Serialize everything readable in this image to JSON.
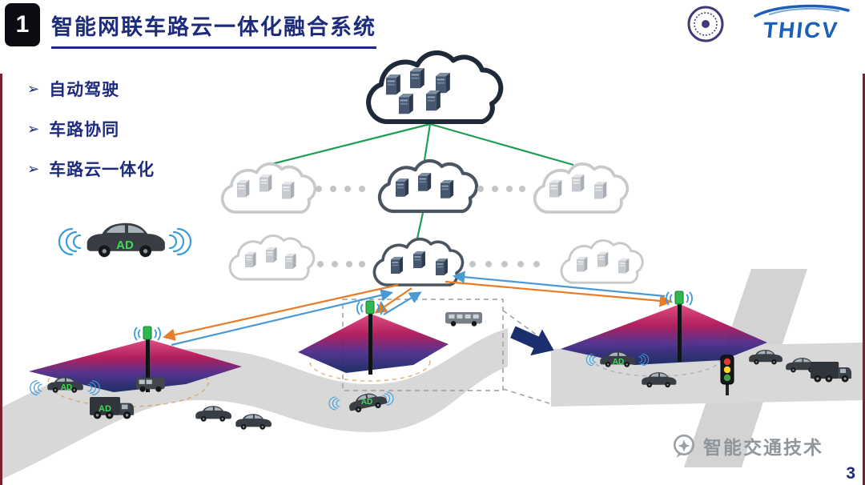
{
  "header": {
    "index": "1",
    "title": "智能网联车路云一体化融合系统",
    "brand": "THICV"
  },
  "bullets": {
    "marker": "➢",
    "items": [
      {
        "label": "自动驾驶"
      },
      {
        "label": "车路协同"
      },
      {
        "label": "车路云一体化"
      }
    ]
  },
  "diagram": {
    "ad_label": "AD"
  },
  "footer": {
    "watermark": "智能交通技术",
    "page_number": "3"
  },
  "colors": {
    "title_navy": "#1d2b7d",
    "cloud_link_green": "#1f9d55",
    "uplink_blue": "#4a9bd4",
    "downlink_orange": "#e87c27",
    "cone_magenta": "#ad1457",
    "cone_navy": "#13265e",
    "ad_green": "#3ddc55",
    "road_gray": "#d8d8d8",
    "traffic_light_red": "#e53935",
    "traffic_light_yellow": "#fdd835",
    "traffic_light_green": "#43a047"
  }
}
